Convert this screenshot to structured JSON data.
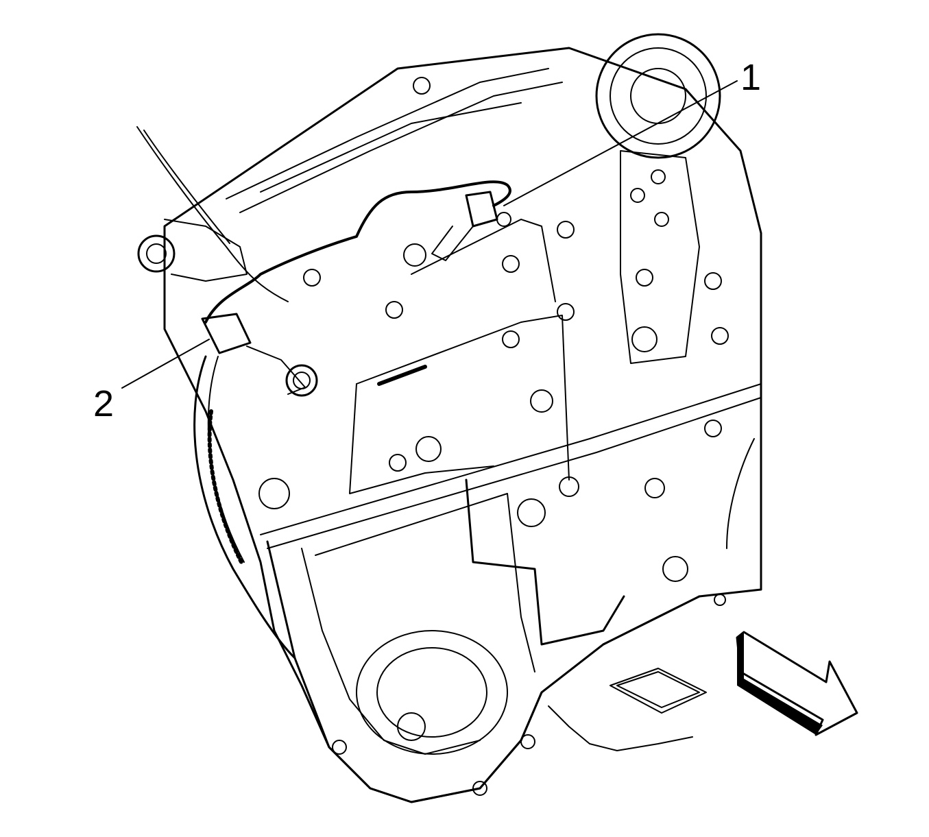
{
  "diagram": {
    "callouts": [
      {
        "id": "1",
        "label": "1"
      },
      {
        "id": "2",
        "label": "2"
      }
    ],
    "direction_arrow": {
      "icon": "direction-arrow-icon"
    },
    "colors": {
      "line": "#000000",
      "background": "#ffffff"
    }
  }
}
